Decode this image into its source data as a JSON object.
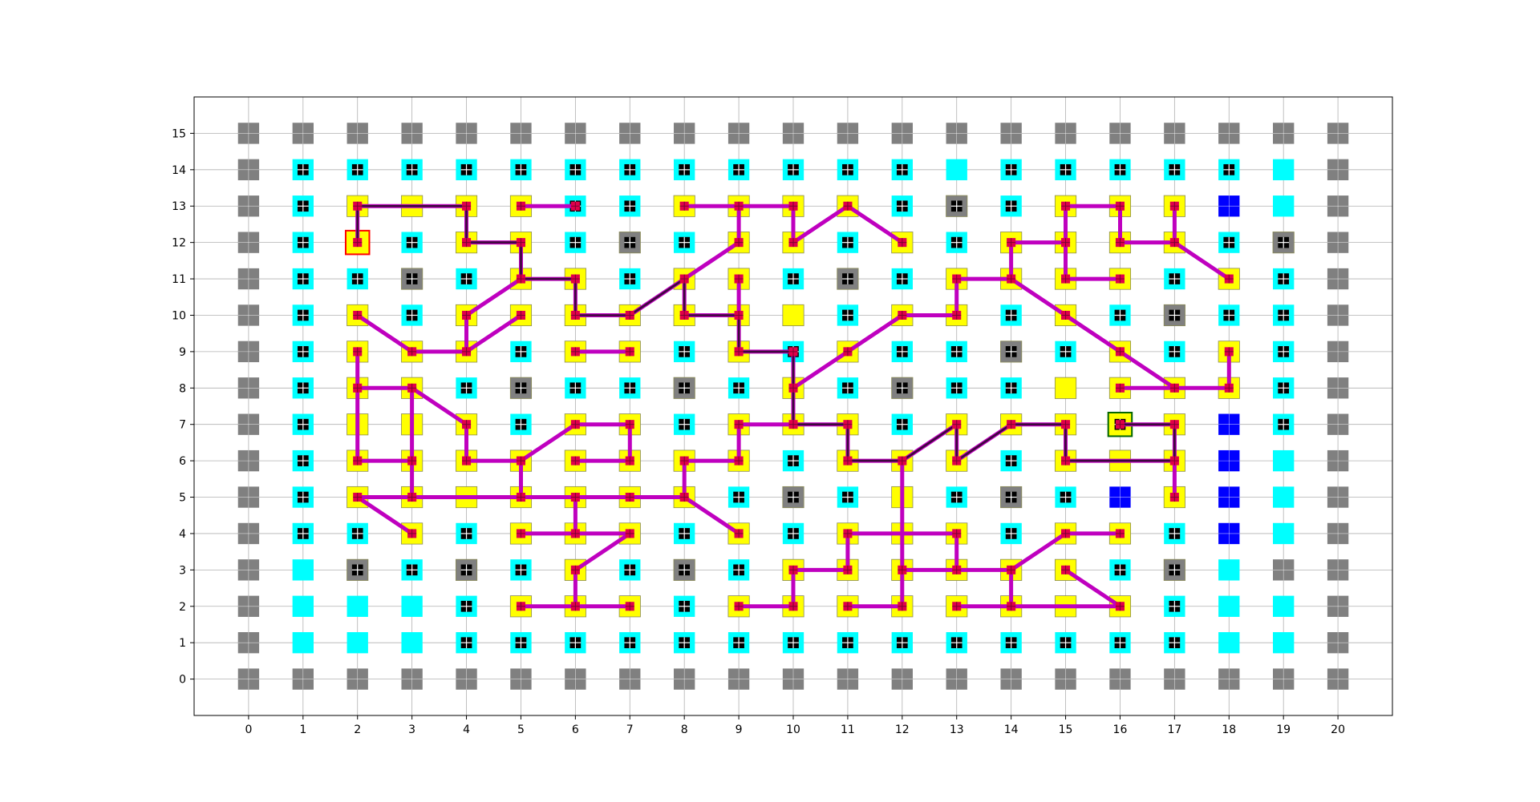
{
  "chart_data": {
    "type": "scatter",
    "title": "",
    "xlabel": "",
    "ylabel": "",
    "xlim": [
      -1,
      21
    ],
    "ylim": [
      -1,
      16
    ],
    "grid": true,
    "legend": "none",
    "x_ticks": [
      0,
      1,
      2,
      3,
      4,
      5,
      6,
      7,
      8,
      9,
      10,
      11,
      12,
      13,
      14,
      15,
      16,
      17,
      18,
      19,
      20
    ],
    "y_ticks": [
      0,
      1,
      2,
      3,
      4,
      5,
      6,
      7,
      8,
      9,
      10,
      11,
      12,
      13,
      14,
      15
    ],
    "x_tick_labels": [
      "0",
      "1",
      "2",
      "3",
      "4",
      "5",
      "6",
      "7",
      "8",
      "9",
      "10",
      "11",
      "12",
      "13",
      "14",
      "15",
      "16",
      "17",
      "18",
      "19",
      "20"
    ],
    "y_tick_labels": [
      "0",
      "1",
      "2",
      "3",
      "4",
      "5",
      "6",
      "7",
      "8",
      "9",
      "10",
      "11",
      "12",
      "13",
      "14",
      "15"
    ],
    "colors": {
      "wall": "#808080",
      "open": "#00ffff",
      "path": "#ffff00",
      "blocked": "#0000ff",
      "route": "#bf00bf",
      "route_highlight": "#3a0a3a",
      "start_border": "#ff0000",
      "goal_border": "#006400"
    },
    "grid_rows": {
      "15": "WWWWWWWWWWWWWWWWWWWWW",
      "14": "WOOOOOOOOOOOOOOOOOOOW",
      "13": "WOYYYYOOYYYYOGOYYYBOW",
      "12": "WOSOYYOGOYYOYOYYYYOGW",
      "11": "WOOGOYYOYYOGOYYYYOYOW",
      "10": "WOYOYYYYYYYOYYOYOGOOW",
      "9": "WOYYYOYYOYOYOOGOYOYOW",
      "8": "WOYYOGOOGOYOGOOYYYYOW",
      "7": "WOYYYOYYOYYYOYYYGYBOW",
      "6": "WOYYYYYYYYOYYYOYYYBOW",
      "5": "WOYYYYYYYOGOYOGOBYBOW",
      "4": "WOOYOYYYOYOYYYOYYOBOW",
      "3": "WOGOGOYOGOYYYYYYOGOWW",
      "2": "WOOOOYYYOYYYYYYYYOOOW",
      "1": "WOOOOOOOOOOOOOOOOOOOW",
      "0": "WWWWWWWWWWWWWWWWWWWWW"
    },
    "no_marker_cells": [
      [
        1,
        1
      ],
      [
        2,
        1
      ],
      [
        3,
        1
      ],
      [
        18,
        1
      ],
      [
        19,
        1
      ],
      [
        1,
        2
      ],
      [
        2,
        2
      ],
      [
        3,
        2
      ],
      [
        18,
        2
      ],
      [
        19,
        2
      ],
      [
        1,
        3
      ],
      [
        18,
        3
      ],
      [
        19,
        4
      ],
      [
        19,
        5
      ],
      [
        19,
        6
      ],
      [
        13,
        14
      ],
      [
        19,
        14
      ],
      [
        19,
        13
      ]
    ],
    "start": [
      2,
      12
    ],
    "goal": [
      16,
      7
    ],
    "route_segments": [
      [
        [
          2,
          12
        ],
        [
          2,
          13
        ],
        [
          4,
          13
        ],
        [
          4,
          12
        ],
        [
          5,
          12
        ],
        [
          5,
          11
        ],
        [
          4,
          10
        ],
        [
          4,
          9
        ],
        [
          3,
          9
        ],
        [
          2,
          10
        ]
      ],
      [
        [
          5,
          11
        ],
        [
          6,
          11
        ],
        [
          6,
          10
        ],
        [
          7,
          10
        ],
        [
          8,
          11
        ],
        [
          9,
          12
        ],
        [
          9,
          13
        ],
        [
          8,
          13
        ]
      ],
      [
        [
          9,
          13
        ],
        [
          10,
          13
        ],
        [
          10,
          12
        ],
        [
          11,
          13
        ],
        [
          12,
          12
        ]
      ],
      [
        [
          5,
          13
        ],
        [
          6,
          13
        ]
      ],
      [
        [
          4,
          9
        ],
        [
          5,
          10
        ]
      ],
      [
        [
          8,
          11
        ],
        [
          8,
          10
        ],
        [
          9,
          10
        ],
        [
          9,
          9
        ],
        [
          10,
          9
        ],
        [
          10,
          7
        ],
        [
          11,
          7
        ],
        [
          11,
          6
        ],
        [
          12,
          6
        ],
        [
          13,
          7
        ],
        [
          13,
          6
        ],
        [
          14,
          7
        ],
        [
          15,
          7
        ],
        [
          15,
          6
        ],
        [
          17,
          6
        ],
        [
          17,
          7
        ],
        [
          16,
          7
        ]
      ],
      [
        [
          9,
          11
        ],
        [
          9,
          10
        ]
      ],
      [
        [
          6,
          9
        ],
        [
          7,
          9
        ]
      ],
      [
        [
          10,
          8
        ],
        [
          11,
          9
        ],
        [
          12,
          10
        ],
        [
          13,
          10
        ],
        [
          13,
          11
        ],
        [
          14,
          11
        ],
        [
          14,
          12
        ],
        [
          15,
          12
        ],
        [
          15,
          11
        ],
        [
          16,
          11
        ]
      ],
      [
        [
          15,
          12
        ],
        [
          15,
          13
        ],
        [
          16,
          13
        ],
        [
          16,
          12
        ],
        [
          17,
          12
        ],
        [
          18,
          11
        ]
      ],
      [
        [
          17,
          13
        ],
        [
          17,
          12
        ]
      ],
      [
        [
          14,
          11
        ],
        [
          15,
          10
        ],
        [
          16,
          9
        ],
        [
          17,
          8
        ],
        [
          18,
          8
        ],
        [
          18,
          9
        ]
      ],
      [
        [
          16,
          8
        ],
        [
          17,
          8
        ]
      ],
      [
        [
          2,
          9
        ],
        [
          2,
          6
        ],
        [
          3,
          6
        ],
        [
          3,
          8
        ],
        [
          2,
          8
        ]
      ],
      [
        [
          3,
          8
        ],
        [
          4,
          7
        ],
        [
          4,
          6
        ],
        [
          5,
          6
        ],
        [
          5,
          5
        ],
        [
          2,
          5
        ],
        [
          3,
          4
        ]
      ],
      [
        [
          3,
          6
        ],
        [
          3,
          5
        ]
      ],
      [
        [
          5,
          6
        ],
        [
          6,
          7
        ],
        [
          7,
          7
        ],
        [
          7,
          6
        ],
        [
          6,
          6
        ]
      ],
      [
        [
          5,
          5
        ],
        [
          7,
          5
        ],
        [
          8,
          5
        ],
        [
          8,
          6
        ],
        [
          9,
          6
        ],
        [
          9,
          7
        ],
        [
          10,
          7
        ]
      ],
      [
        [
          8,
          5
        ],
        [
          9,
          4
        ]
      ],
      [
        [
          6,
          5
        ],
        [
          6,
          4
        ],
        [
          5,
          4
        ],
        [
          7,
          4
        ],
        [
          6,
          3
        ],
        [
          6,
          2
        ],
        [
          5,
          2
        ],
        [
          7,
          2
        ]
      ],
      [
        [
          9,
          2
        ],
        [
          10,
          2
        ],
        [
          10,
          3
        ],
        [
          11,
          3
        ],
        [
          11,
          4
        ],
        [
          13,
          4
        ],
        [
          13,
          3
        ],
        [
          12,
          3
        ],
        [
          12,
          2
        ],
        [
          11,
          2
        ]
      ],
      [
        [
          12,
          6
        ],
        [
          12,
          3
        ]
      ],
      [
        [
          13,
          3
        ],
        [
          14,
          3
        ],
        [
          15,
          4
        ],
        [
          16,
          4
        ]
      ],
      [
        [
          14,
          3
        ],
        [
          14,
          2
        ],
        [
          13,
          2
        ],
        [
          16,
          2
        ],
        [
          15,
          3
        ]
      ],
      [
        [
          17,
          6
        ],
        [
          17,
          5
        ]
      ]
    ],
    "highlight_segments": [
      [
        [
          2,
          12
        ],
        [
          2,
          13
        ],
        [
          4,
          13
        ],
        [
          4,
          12
        ],
        [
          5,
          12
        ],
        [
          5,
          11
        ],
        [
          6,
          11
        ],
        [
          6,
          10
        ],
        [
          7,
          10
        ],
        [
          8,
          11
        ],
        [
          8,
          10
        ],
        [
          9,
          10
        ],
        [
          9,
          9
        ],
        [
          10,
          9
        ],
        [
          10,
          7
        ],
        [
          11,
          7
        ],
        [
          11,
          6
        ],
        [
          12,
          6
        ],
        [
          13,
          7
        ],
        [
          13,
          6
        ],
        [
          14,
          7
        ],
        [
          15,
          7
        ],
        [
          15,
          6
        ],
        [
          17,
          6
        ],
        [
          17,
          7
        ],
        [
          16,
          7
        ]
      ]
    ]
  }
}
